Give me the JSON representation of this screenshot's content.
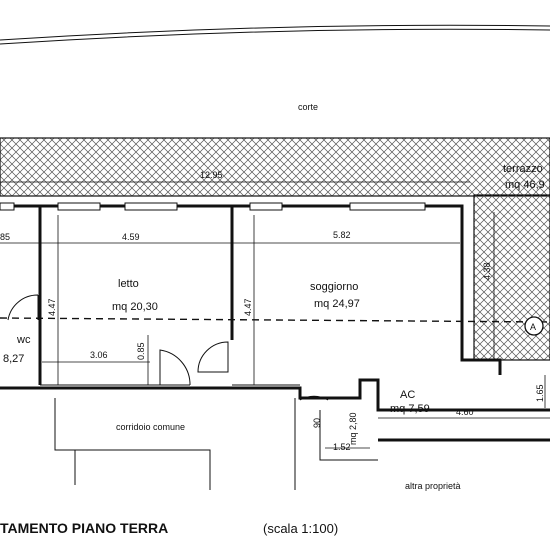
{
  "areas": {
    "corte": "corte",
    "terrazzo": "terrazzo",
    "terrazzo_area": "mq 46,9",
    "letto": "letto",
    "letto_area": "mq 20,30",
    "soggiorno": "soggiorno",
    "soggiorno_area": "mq 24,97",
    "wc": "wc",
    "wc_area": "8,27",
    "ac": "AC",
    "ac_area": "mq 7,59",
    "ripostiglio_area": "mq 2,80",
    "corridoio": "corridoio comune",
    "altra": "altra proprietà"
  },
  "dimensions": {
    "d1295": "12.95",
    "d85": "85",
    "d459": "4.59",
    "d582": "5.82",
    "d447a": "4.47",
    "d447b": "4.47",
    "d438": "4.38",
    "d306": "3.06",
    "d085": "0.85",
    "d90": "90",
    "d152": "1.52",
    "d460": "4.60",
    "d165": "1.65"
  },
  "marker": "A",
  "footer": {
    "title": "TAMENTO PIANO TERRA",
    "scale": "(scala 1:100)"
  }
}
